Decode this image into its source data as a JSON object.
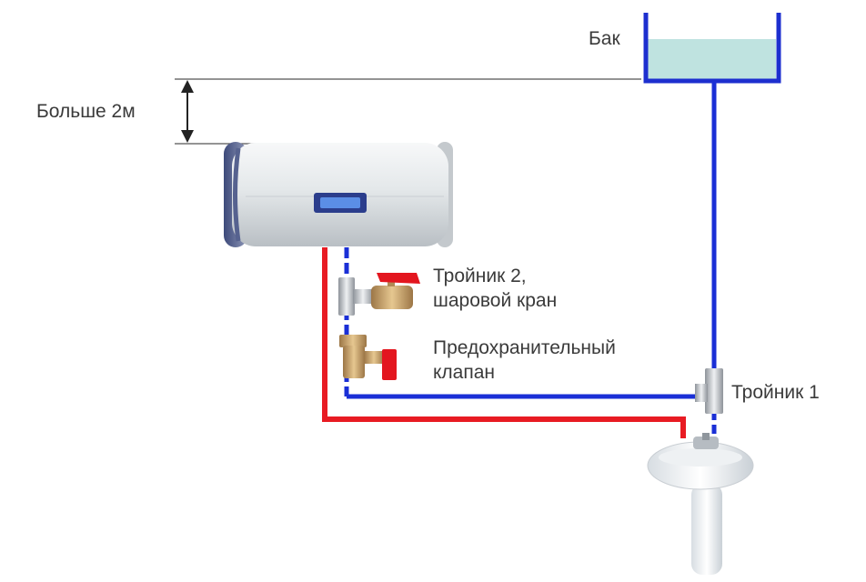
{
  "labels": {
    "tank": "Бак",
    "height": "Больше 2м",
    "tee2_line1": "Тройник 2,",
    "tee2_line2": "шаровой кран",
    "valve_line1": "Предохранительный",
    "valve_line2": "клапан",
    "tee1": "Тройник 1"
  },
  "colors": {
    "cold_pipe": "#1a2fd6",
    "hot_pipe": "#e81b23",
    "tank_outline": "#1d2fcf",
    "tank_water": "#bfe3e0",
    "heater_body": "#e6eaec",
    "heater_display": "#3b63c4",
    "brass": "#c9a064",
    "valve_handle": "#e3161f"
  }
}
